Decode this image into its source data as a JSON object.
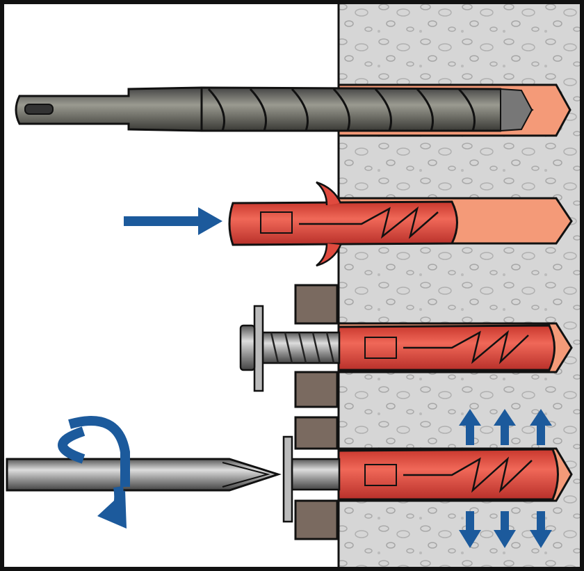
{
  "colors": {
    "wall": "#d8d8d8",
    "hole": "#f49a78",
    "dowel": "#e04a3e",
    "arrow": "#1c5a9c",
    "tile": "#7a6a60",
    "steel": "#8a8a8a",
    "outline": "#111111"
  },
  "steps": [
    {
      "label": "",
      "action": "drill-hole"
    },
    {
      "label": "",
      "action": "insert-dowel"
    },
    {
      "label": "",
      "action": "insert-screw"
    },
    {
      "label": "",
      "action": "tighten-screw"
    }
  ]
}
